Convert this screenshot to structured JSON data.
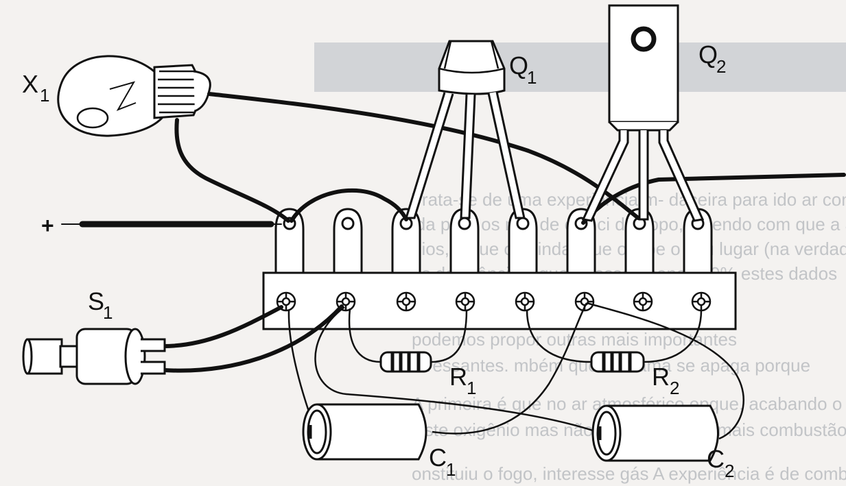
{
  "colors": {
    "paper": "#f4f2f0",
    "ink": "#111111",
    "bleed": "#9aa0a6",
    "banner": "#b7bcc2"
  },
  "labels": {
    "x1": "X",
    "x1_sub": "1",
    "q1": "Q",
    "q1_sub": "1",
    "q2": "Q",
    "q2_sub": "2",
    "s1": "S",
    "s1_sub": "1",
    "r1": "R",
    "r1_sub": "1",
    "r2": "R",
    "r2_sub": "2",
    "c1": "C",
    "c1_sub": "1",
    "c2": "C",
    "c2_sub": "2",
    "plus": "+"
  },
  "background_text": {
    "lines": [
      "Trata-se de uma experiência m- daceira para   ido ar contido no i",
      "ida para os   nde   de ciênci   do copo, fazendo com que a águs",
      "dios, e que   os ainda   rque   ocupe o seu lugar (na verdade",
      "os de Ciências,   que   a   rosse   apenas   20% estes dados",
      "podemos propor outras mais   importantes",
      "teressantes.   mbém que a chama se apaga porque",
      "A primeira é que no ar atmosférico   epque, acabando o oxigênio",
      "xiste oxigênio mas não é   podemos ter mais combustão.",
      "onstituiu o fogo, interesse gás   A experiência é de combustão"
    ]
  }
}
